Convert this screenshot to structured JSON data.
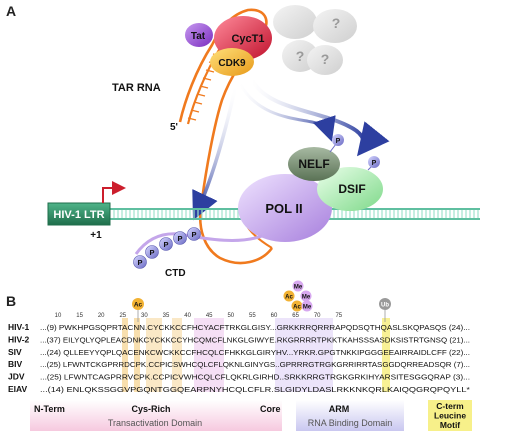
{
  "panel_a": {
    "label": "A",
    "tat": "Tat",
    "cyct1": "CycT1",
    "cdk9": "CDK9",
    "unknown_mark": "?",
    "tar_rna": "TAR RNA",
    "five_prime": "5'",
    "nelf": "NELF",
    "dsif": "DSIF",
    "pol2": "POL II",
    "ltr": "HIV-1 LTR",
    "tss": "+1",
    "ctd": "CTD",
    "phospho": "P"
  },
  "panel_b": {
    "label": "B",
    "ruler": [
      "10",
      "15",
      "20",
      "25",
      "30",
      "35",
      "40",
      "45",
      "50",
      "55",
      "60",
      "65",
      "70",
      "75"
    ],
    "mods": {
      "ac": "Ac",
      "me": "Me",
      "ub": "Ub"
    },
    "alignment": [
      {
        "name": "HIV-1",
        "prefix": "...(9)",
        "seq": "PWKHPGSQPRTACNN.CYCKKCCFHCYACFTRKGLGISY...GRKKRRQRRRAPQDSQTHQASLSKQPASQS",
        "suffix": "(24)..."
      },
      {
        "name": "HIV-2",
        "prefix": "...(37)",
        "seq": "EILYQLYQPLEACDNKCYCKKCCYHCQMCFLNKGLGIWYE.RKGRRRRTPKKTKAHSSSASDKSISTRTGNSQ",
        "suffix": "(21)..."
      },
      {
        "name": "SIV",
        "prefix": "...(24)",
        "seq": "QLLEEYYQPLQACENKCWCKKCCFHCQLCFHKKGLGIRYHV...YRKR.GPGTNKKIPGGGEEAIRRAIDLCFF",
        "suffix": "(22)..."
      },
      {
        "name": "BIV",
        "prefix": "...(25)",
        "seq": "LFWNTCKGPRRDCPK.CCPICSWHCQLCFLQKNLGINYGS..GPRRRGTRGKGRRIRRTASGGDQRREADSQR",
        "suffix": "(7)..."
      },
      {
        "name": "JDV",
        "prefix": "...(25)",
        "seq": "LFWNTCAGPRRVCPK.CCPICVWHCQLCFLQKRLGIRHD..SRKKRRGTRGKGRKIHYARSITESGGQRAP",
        "suffix": "(3)..."
      },
      {
        "name": "EIAV",
        "prefix": "...(14)",
        "seq": "ENLQKSSGGVPGQNTGGQEARPNYHCQLCFLR.SLGIDYLDASLRKKNKQRLKAIQQGRQPQYLL*",
        "suffix": ""
      }
    ],
    "domains": {
      "n_term": "N-Term",
      "cys_rich": "Cys-Rich",
      "core": "Core",
      "arm": "ARM",
      "cterm": "C-term Leucine Motif",
      "transactivation": "Transactivation Domain",
      "rna_binding": "RNA Binding Domain"
    },
    "colors": {
      "tat": "#8b3fc7",
      "cyct1": "#d9233f",
      "cdk9": "#f2b233",
      "nelf": "#6f8a6a",
      "dsif": "#9be39b",
      "pol2": "#b48ee0",
      "ltr": "#2f8f66",
      "arrow_red": "#cc1e2c",
      "rna_orange": "#f07a1e",
      "phospho": "#8f8fd9",
      "dna": "#7fd3b9",
      "cys_highlight": "#f7d9a0",
      "core_highlight": "#e9b7e9",
      "arm_highlight": "#c9b3f2",
      "leucine_highlight": "#f7f08a",
      "transactivation_band": "#f6c9df",
      "rna_binding_band": "#c9c7f0"
    }
  }
}
